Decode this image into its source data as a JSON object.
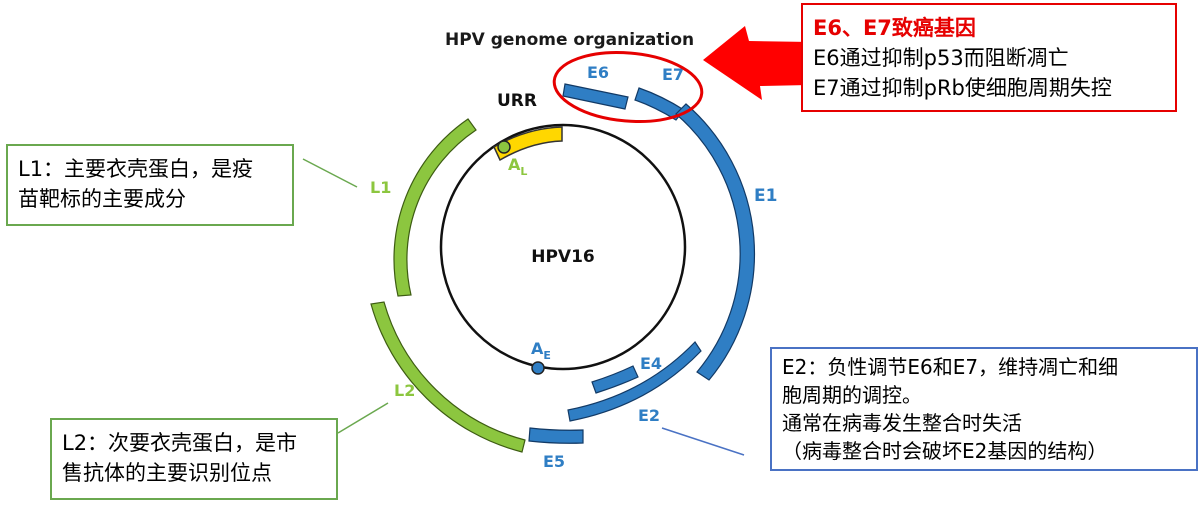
{
  "title": "HPV genome organization",
  "genome": {
    "name": "HPV16",
    "urr_label": "URR",
    "al_label": "A",
    "al_sub": "L",
    "ae_label": "A",
    "ae_sub": "E"
  },
  "genes": {
    "E6": "E6",
    "E7": "E7",
    "E1": "E1",
    "E2": "E2",
    "E4": "E4",
    "E5": "E5",
    "L1": "L1",
    "L2": "L2"
  },
  "annotations": {
    "e6e7": {
      "heading": "E6、E7致癌基因",
      "line1": "E6通过抑制p53而阻断凋亡",
      "line2": "E7通过抑制pRb使细胞周期失控"
    },
    "l1": {
      "line1": "L1：主要衣壳蛋白，是疫",
      "line2": "苗靶标的主要成分"
    },
    "l2": {
      "line1": "L2：次要衣壳蛋白，是市",
      "line2": "售抗体的主要识别位点"
    },
    "e2": {
      "line1": "E2：负性调节E6和E7，维持凋亡和细",
      "line2": "胞周期的调控。",
      "line3": "通常在病毒发生整合时失活",
      "line4": "（病毒整合时会破坏E2基因的结构）"
    }
  },
  "colors": {
    "early_gene": "#2f7ec4",
    "late_gene": "#8cc63f",
    "urr": "#ffd700",
    "callout_red": "#e60000",
    "callout_green": "#6aa84f",
    "callout_blue": "#4a72c4"
  }
}
